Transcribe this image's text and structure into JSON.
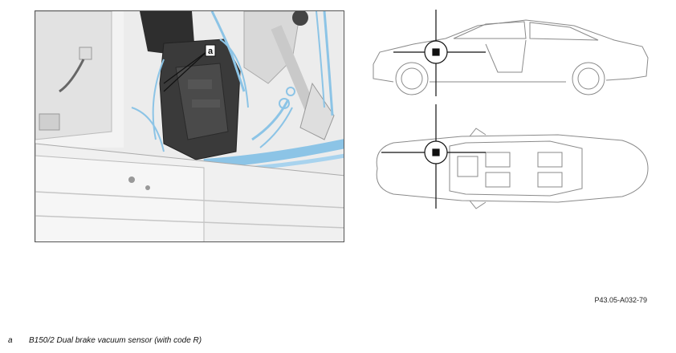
{
  "figure": {
    "callout_letter": "a",
    "figure_id": "P43.05-A032-79"
  },
  "legend": [
    {
      "key": "a",
      "text": "B150/2 Dual brake vacuum sensor (with code R)"
    }
  ],
  "colors": {
    "highlight_blue": "#8cc4e6",
    "component_dark": "#3a3a3a",
    "line_drawing": "#8a8a8a"
  }
}
